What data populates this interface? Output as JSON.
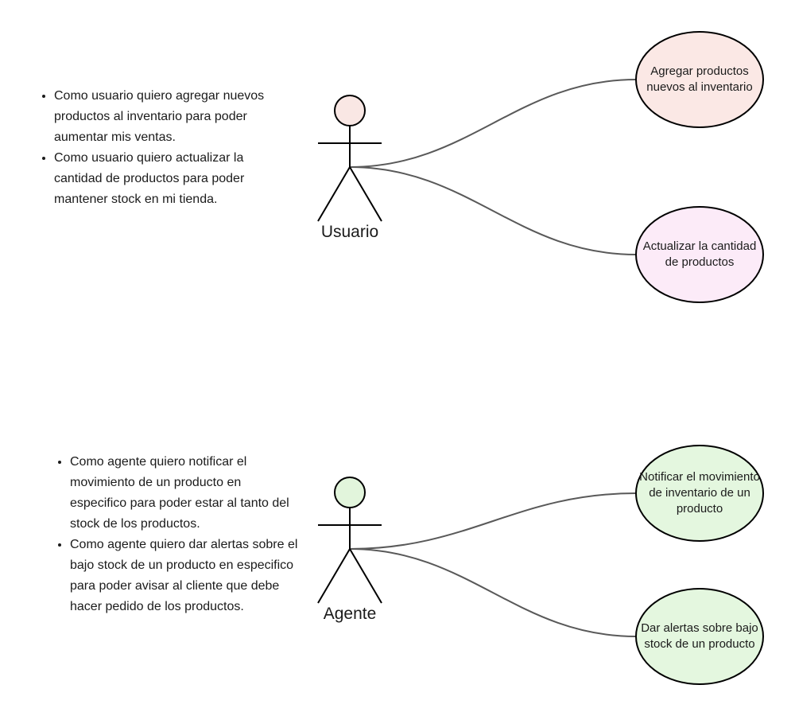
{
  "stories": {
    "group1": [
      "Como usuario quiero agregar nuevos productos al inventario para poder aumentar mis ventas.",
      "Como usuario quiero actualizar la cantidad de productos para poder mantener stock en mi tienda."
    ],
    "group2": [
      "Como agente quiero notificar el movimiento de un producto en especifico para poder estar al tanto del stock de los productos.",
      "Como agente quiero dar alertas sobre el bajo stock de un producto en especifico para poder avisar al cliente que debe hacer pedido de los productos."
    ]
  },
  "actors": {
    "usuario": {
      "label": "Usuario",
      "color": "#f9e7e4"
    },
    "agente": {
      "label": "Agente",
      "color": "#e2f5dc"
    }
  },
  "use_cases": [
    {
      "label": "Agregar productos nuevos al inventario",
      "color": "#fbe8e5"
    },
    {
      "label": "Actualizar la cantidad de productos",
      "color": "#fcebf8"
    },
    {
      "label": "Notificar el movimiento de inventario de un producto",
      "color": "#e4f7df"
    },
    {
      "label": "Dar alertas sobre bajo stock de un producto",
      "color": "#e4f7df"
    }
  ],
  "colors": {
    "stroke": "#000000",
    "connector": "#595959"
  }
}
